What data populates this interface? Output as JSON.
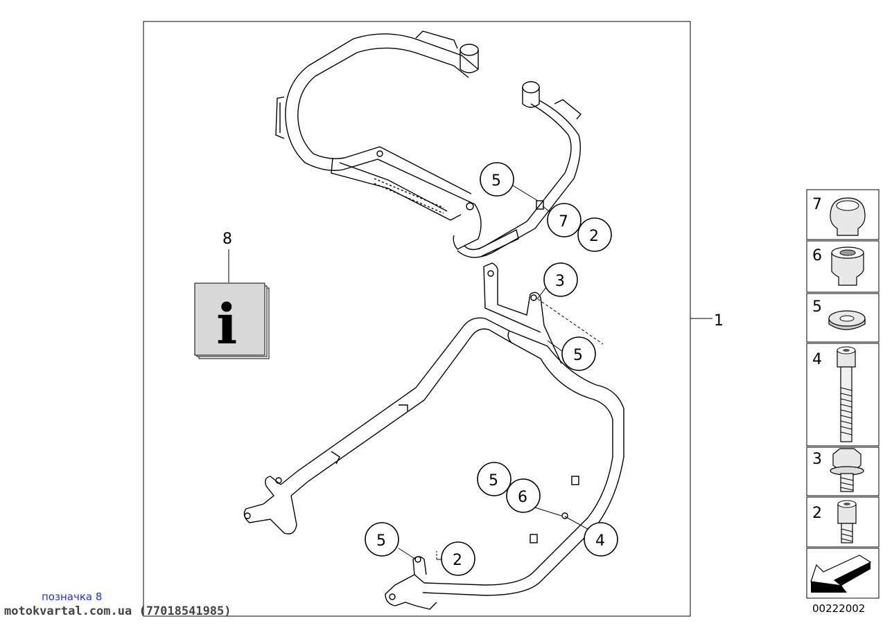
{
  "callouts": {
    "c5_top": "5",
    "c7_top": "7",
    "c2_top": "2",
    "c3": "3",
    "c5_mid": "5",
    "c5_low": "5",
    "c6": "6",
    "c4": "4",
    "c5_bottom": "5",
    "c2_bottom": "2",
    "c8": "8",
    "c1": "1"
  },
  "info_symbol": "i",
  "parts_list": [
    {
      "number": "7",
      "icon": "rubber-buffer-icon"
    },
    {
      "number": "6",
      "icon": "spacer-sleeve-icon"
    },
    {
      "number": "5",
      "icon": "washer-icon"
    },
    {
      "number": "4",
      "icon": "long-socket-bolt-icon"
    },
    {
      "number": "3",
      "icon": "hex-flange-bolt-icon"
    },
    {
      "number": "2",
      "icon": "socket-head-screw-icon"
    }
  ],
  "footer": {
    "label": "позначка 8",
    "site": "motokvartal.com.ua (77018541985)"
  },
  "diagram_code": "00222002"
}
